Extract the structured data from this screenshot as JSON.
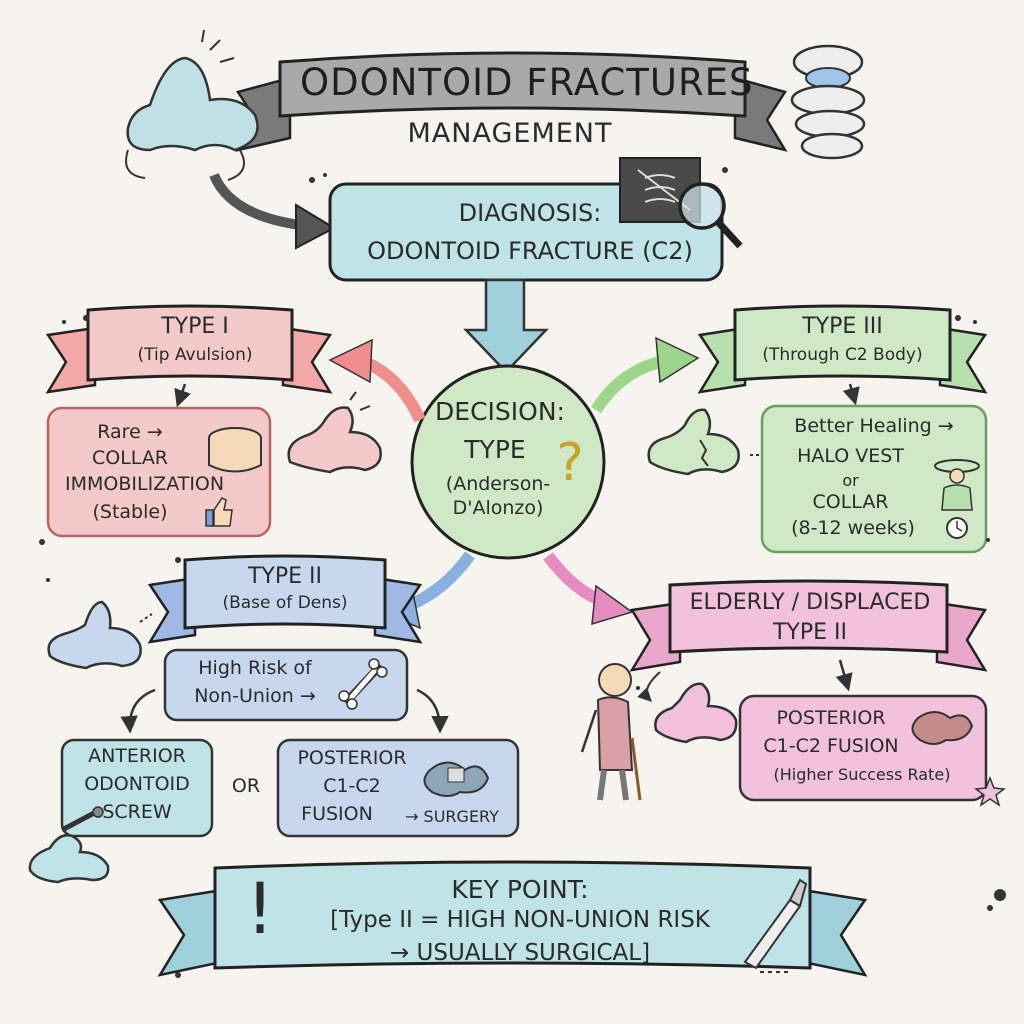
{
  "header": {
    "title": "ODONTOID FRACTURES",
    "subtitle": "MANAGEMENT"
  },
  "diagnosis": {
    "line1": "DIAGNOSIS:",
    "line2": "ODONTOID FRACTURE (C2)"
  },
  "decision": {
    "line1": "DECISION:",
    "line2": "TYPE",
    "line3": "(Anderson-",
    "line4": "D'Alonzo)",
    "mark": "?"
  },
  "type1": {
    "name": "TYPE I",
    "desc": "(Tip Avulsion)",
    "box": [
      "Rare →",
      "COLLAR",
      "IMMOBILIZATION",
      "(Stable)"
    ]
  },
  "type3": {
    "name": "TYPE III",
    "desc": "(Through C2 Body)",
    "box": [
      "Better Healing →",
      "HALO VEST",
      "or",
      "COLLAR",
      "(8-12 weeks)"
    ]
  },
  "type2": {
    "name": "TYPE II",
    "desc": "(Base of Dens)",
    "risk": [
      "High Risk of",
      "Non-Union →"
    ],
    "option_a": [
      "ANTERIOR",
      "ODONTOID",
      "SCREW"
    ],
    "or_label": "OR",
    "option_b": [
      "POSTERIOR",
      "C1-C2",
      "FUSION"
    ],
    "surgery": "→ SURGERY"
  },
  "elderly": {
    "name": "ELDERLY / DISPLACED",
    "name2": "TYPE II",
    "box": [
      "POSTERIOR",
      "C1-C2 FUSION",
      "(Higher Success Rate)"
    ]
  },
  "key_point": {
    "title": "KEY POINT:",
    "line1": "[Type II = HIGH NON-UNION RISK",
    "line2": "→ USUALLY SURGICAL]",
    "mark": "!"
  },
  "colors": {
    "pink": "#f4c9c9",
    "pink_border": "#b86464",
    "teal": "#bfe3e6",
    "green": "#cfe9c6",
    "green_border": "#6e9a63",
    "blue": "#c7d8ee",
    "magenta": "#f2c1dc",
    "gray_banner": "#8f8f8f"
  },
  "icons": [
    "xray-icon",
    "magnifier-icon",
    "collar-icon",
    "thumbs-up-icon",
    "halo-vest-icon",
    "clock-icon",
    "bone-icon",
    "vertebra-icon",
    "screw-icon",
    "elderly-person-icon",
    "star-icon",
    "scalpel-icon",
    "spine-icon"
  ]
}
